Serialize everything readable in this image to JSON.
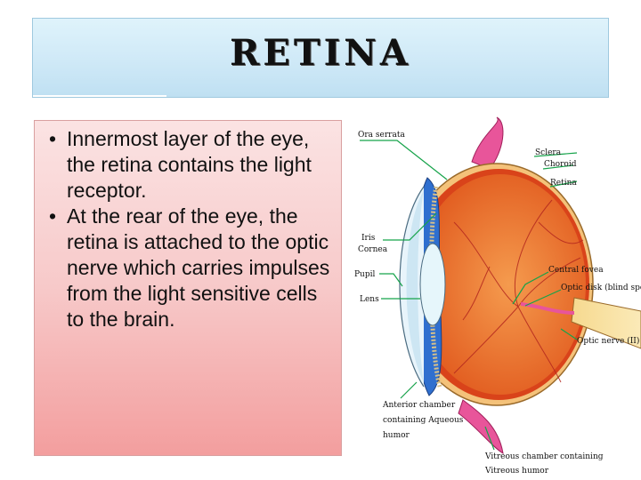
{
  "slide": {
    "title": "RETINA",
    "bullets": [
      "Innermost layer of the eye, the retina contains the light receptor.",
      "At the rear of the eye, the retina is attached to the optic nerve which carries impulses from the light sensitive cells to the brain."
    ]
  },
  "diagram": {
    "labels": {
      "ora_serrata": "Ora serrata",
      "sclera": "Sclera",
      "choroid": "Choroid",
      "retina": "Retina",
      "iris": "Iris",
      "cornea": "Cornea",
      "pupil": "Pupil",
      "lens": "Lens",
      "central_fovea": "Central fovea",
      "optic_disk": "Optic disk (blind spot)",
      "optic_nerve": "Optic nerve (II)",
      "anterior_1": "Anterior chamber",
      "anterior_2": "containing Aqueous",
      "anterior_3": "humor",
      "vitreous_1": "Vitreous chamber containing",
      "vitreous_2": "Vitreous humor"
    },
    "colors": {
      "sclera": "#f4c27a",
      "choroid": "#d9431a",
      "retina": "#f07a2e",
      "iris": "#2f6fcf",
      "muscle": "#e8559a",
      "leader": "#16a34a"
    }
  }
}
